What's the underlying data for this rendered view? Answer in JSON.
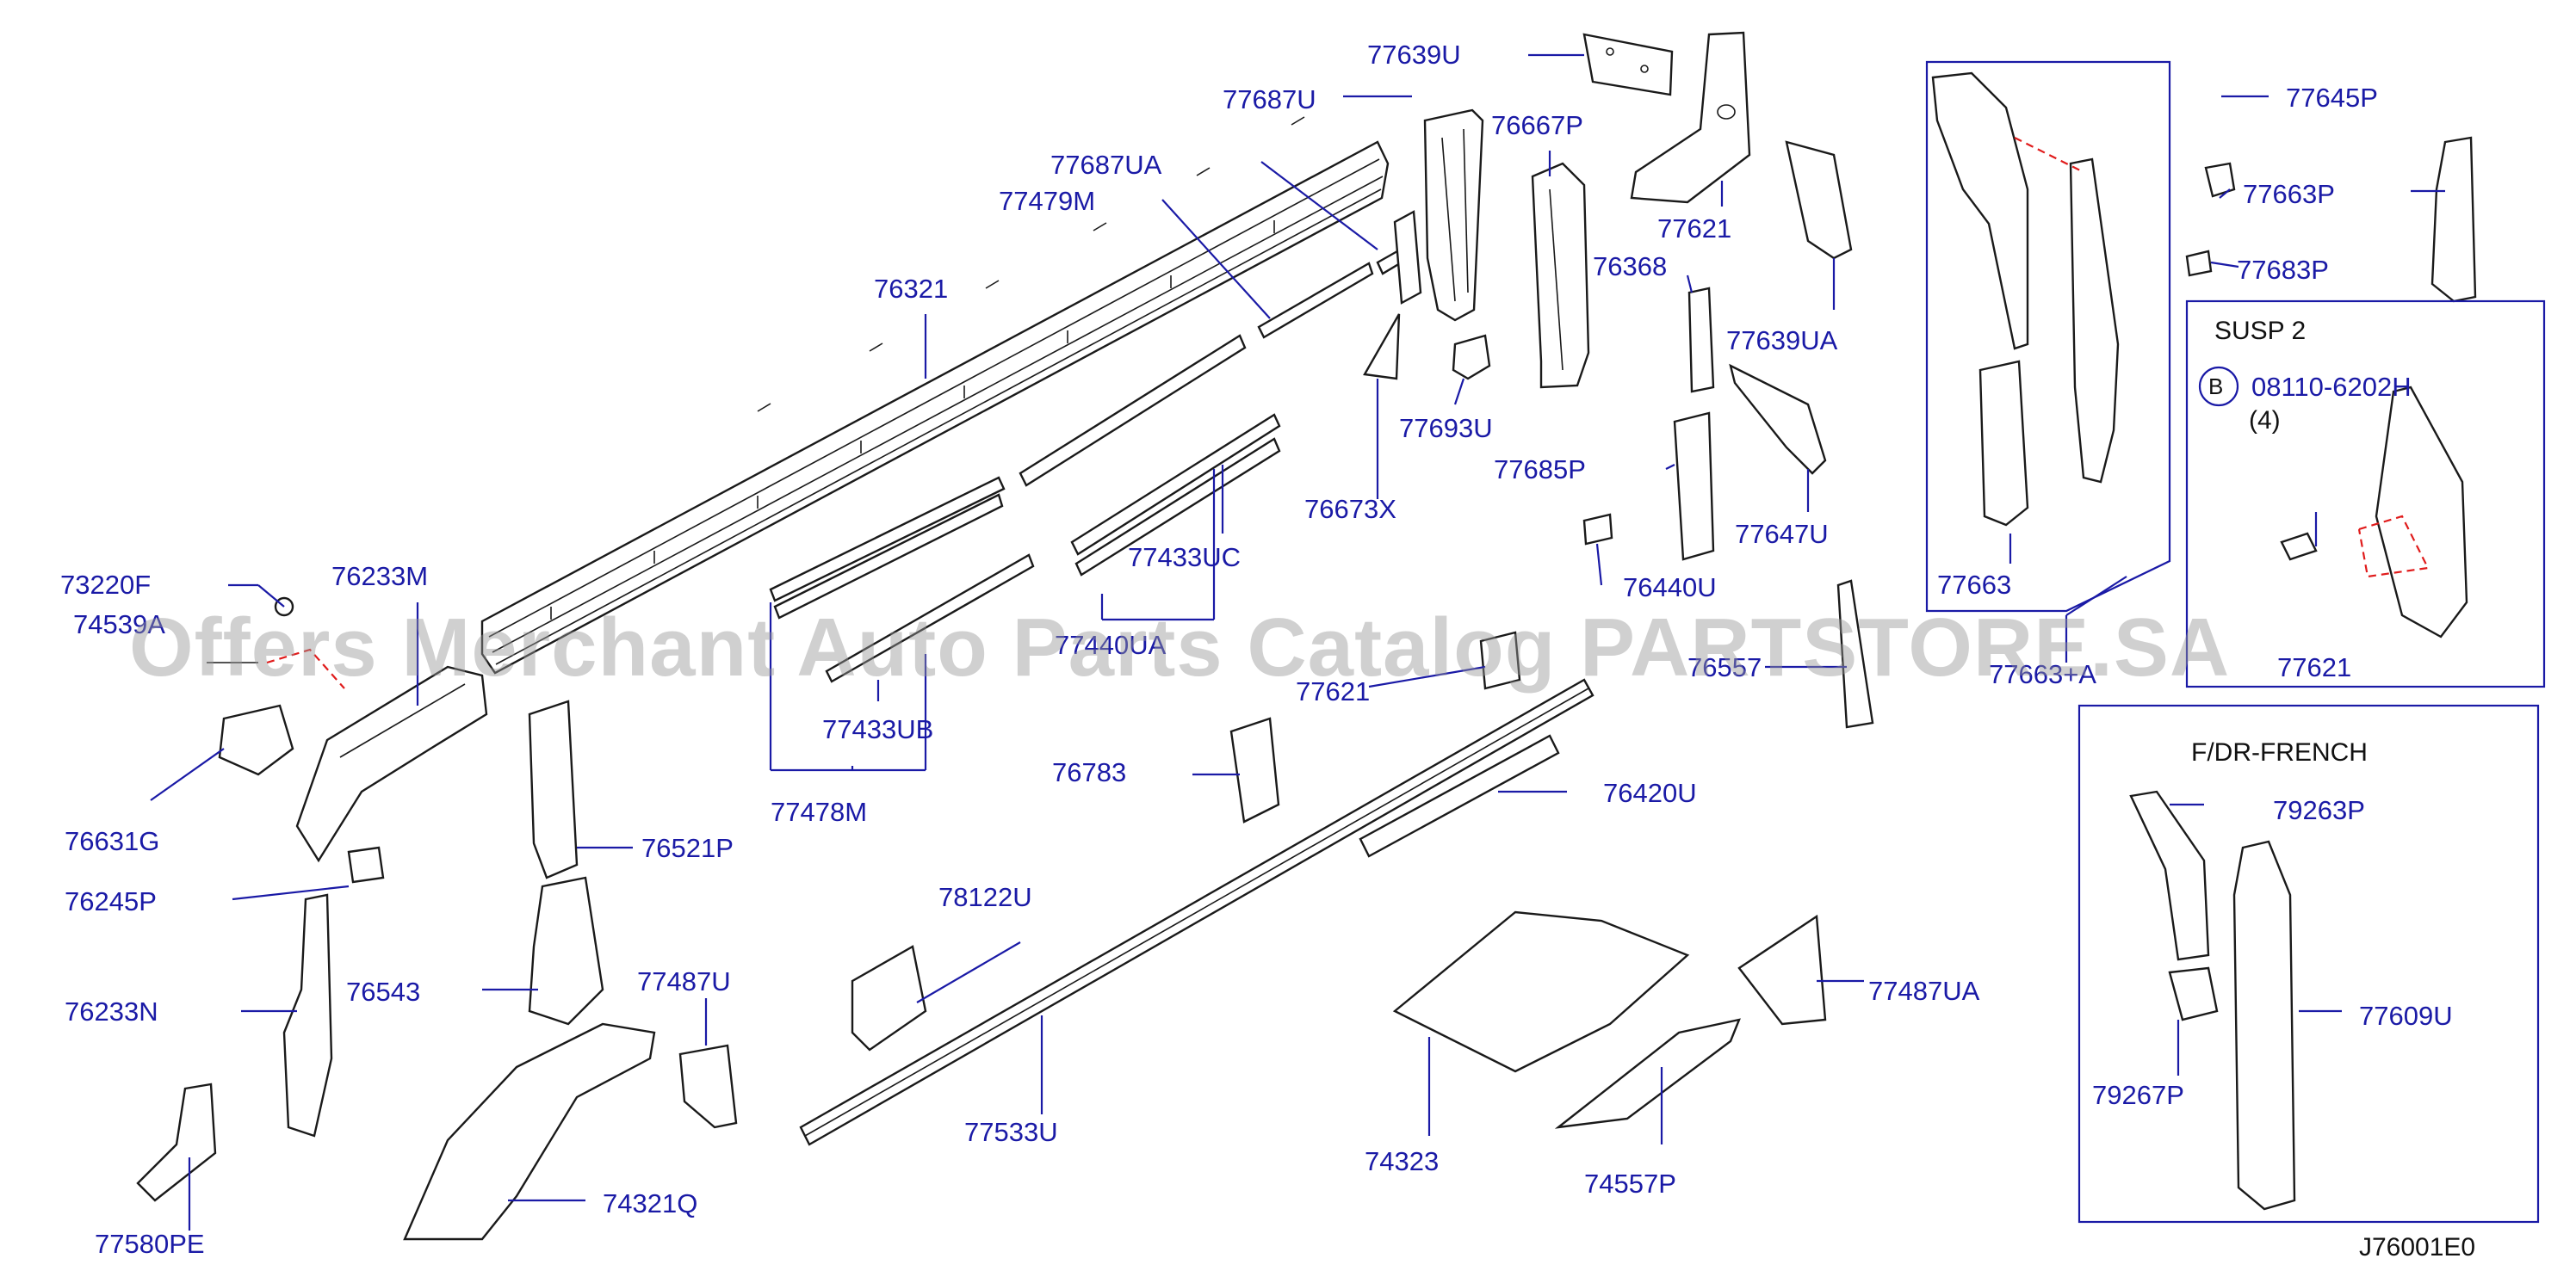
{
  "labels": {
    "l77639U": "77639U",
    "l77687U": "77687U",
    "l77687UA": "77687UA",
    "l77479M": "77479M",
    "l76321": "76321",
    "l76667P": "76667P",
    "l77621": "77621",
    "l76368": "76368",
    "l77639UA": "77639UA",
    "l77693U": "77693U",
    "l77685P": "77685P",
    "l76673X": "76673X",
    "l77647U": "77647U",
    "l76440U": "76440U",
    "l77645P": "77645P",
    "l77663P": "77663P",
    "l77683P": "77683P",
    "l77663": "77663",
    "l77663A": "77663+A",
    "l73220F": "73220F",
    "l74539A": "74539A",
    "l76233M": "76233M",
    "l77433UC": "77433UC",
    "l77440UA": "77440UA",
    "l77433UB": "77433UB",
    "l77478M": "77478M",
    "l76631G": "76631G",
    "l76245P": "76245P",
    "l76521P": "76521P",
    "l76783": "76783",
    "l77621b": "77621",
    "l76557": "76557",
    "l76420U": "76420U",
    "l76233N": "76233N",
    "l76543": "76543",
    "l78122U": "78122U",
    "l77487U": "77487U",
    "l77487UA": "77487UA",
    "l77580PE": "77580PE",
    "l74321Q": "74321Q",
    "l77533U": "77533U",
    "l74323": "74323",
    "l74557P": "74557P",
    "l79263P": "79263P",
    "l77609U": "77609U",
    "l79267P": "79267P",
    "l77621c": "77621"
  },
  "susp": {
    "title": "SUSP   2",
    "badge": "B",
    "part": "08110-6202H",
    "qty": "(4)"
  },
  "french": {
    "title": "F/DR-FRENCH"
  },
  "diagram_id": "J76001E0",
  "watermark": "Offers Merchant Auto Parts Catalog PARTSTORE.SA",
  "colors": {
    "label": "#1a1aa6",
    "leader": "#1a1aa6",
    "guide": "#e01b1b",
    "line_art": "#1a1a1a"
  }
}
